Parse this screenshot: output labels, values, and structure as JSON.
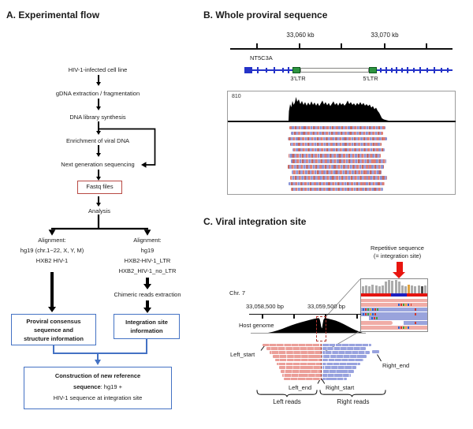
{
  "figure": {
    "panel_a": {
      "title": "A. Experimental flow",
      "steps": [
        "HIV-1-infected cell line",
        "gDNA extraction / fragmentation",
        "DNA library synthesis",
        "Enrichment of viral DNA",
        "Next generation sequencing"
      ],
      "fastq_box": "Fastq files",
      "analysis": "Analysis",
      "align_left": [
        "Alignment:",
        "hg19 (chr.1~22, X, Y, M)",
        "HXB2 HIV-1"
      ],
      "align_right": [
        "Alignment:",
        "hg19",
        "HXB2-HIV-1_LTR",
        "HXB2_HIV-1_no_LTR"
      ],
      "chimeric": "Chimeric reads extraction",
      "proviral_box": [
        "Proviral consensus",
        "sequence and",
        "structure information"
      ],
      "integration_box": [
        "Integration site",
        "information"
      ],
      "construction_box": {
        "line1": "Construction of new reference",
        "line2_bold": "sequence",
        "line2_tail": ": hg19 +",
        "line3": "HIV-1 sequence at integration site"
      }
    },
    "panel_b": {
      "title": "B. Whole proviral sequence",
      "tick_labels": [
        "33,060 kb",
        "33,070 kb"
      ],
      "gene": "NT5C3A",
      "ltr_left": "3'LTR",
      "ltr_right": "5'LTR",
      "coverage_max": "810"
    },
    "panel_c": {
      "title": "C. Viral integration site",
      "repetitive_line1": "Repetitive sequence",
      "repetitive_line2": "(= integration site)",
      "chromosome": "Chr. 7",
      "tick_labels": [
        "33,058,500 bp",
        "33,059,500 bp"
      ],
      "host_genome": "Host genome",
      "labels": {
        "left_start": "Left_start",
        "right_end": "Right_end",
        "left_end": "Left_end",
        "right_start": "Right_start",
        "left_reads": "Left reads",
        "right_reads": "Right reads"
      }
    },
    "colors": {
      "box_blue": "#4472c4",
      "fastq_red": "#b84a44",
      "read_pink": "#eb9e98",
      "read_blue": "#98a2de",
      "gene_blue": "#2533c8",
      "ltr_green": "#2e9440",
      "accent_red": "#e8150f",
      "coverage_black": "#000000"
    }
  }
}
